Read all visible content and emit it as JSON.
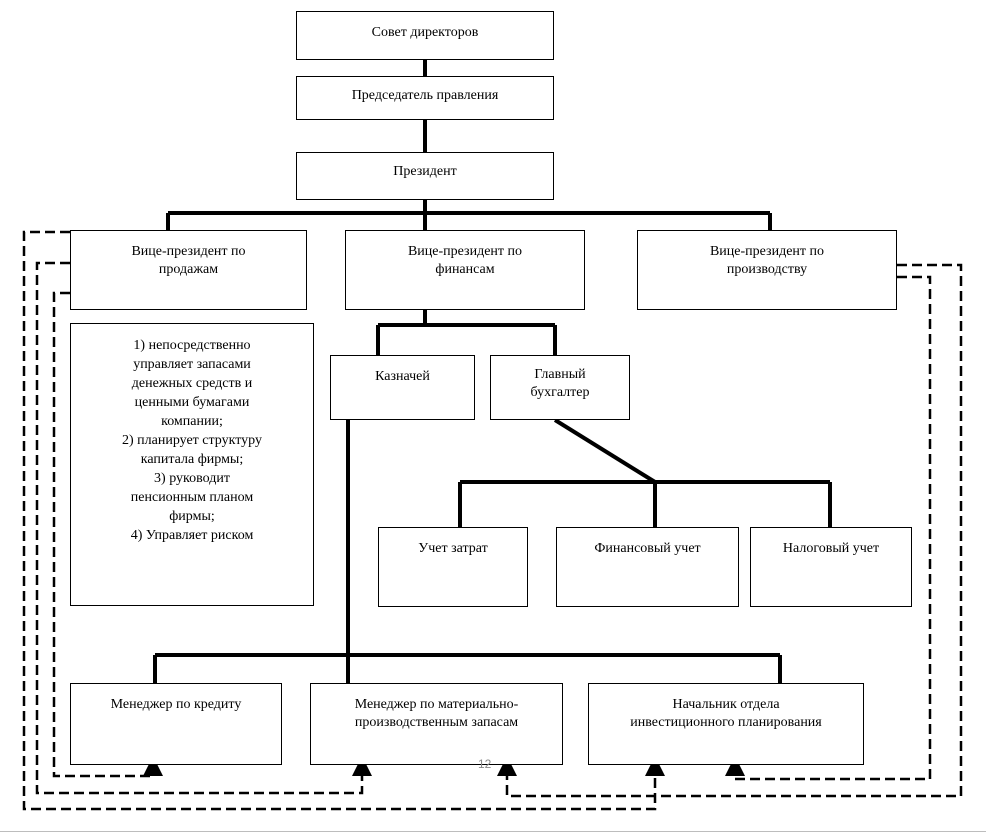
{
  "nodes": {
    "board": "Совет директоров",
    "chairman": "Председатель правления",
    "president": "Президент",
    "vp_sales": [
      "Вице-президент по",
      "продажам"
    ],
    "vp_finance": [
      "Вице-президент по",
      "финансам"
    ],
    "vp_production": [
      "Вице-президент по",
      "производству"
    ],
    "duties": [
      "1) непосредственно",
      "управляет запасами",
      "денежных средств и",
      "ценными бумагами",
      "компании;",
      "2) планирует структуру",
      "капитала фирмы;",
      "3) руководит",
      "пенсионным планом",
      "фирмы;",
      "4) Управляет риском"
    ],
    "treasurer": "Казначей",
    "chief_accountant": [
      "Главный",
      "бухгалтер"
    ],
    "cost_accounting": "Учет затрат",
    "financial_accounting": "Финансовый учет",
    "tax_accounting": "Налоговый учет",
    "credit_manager": "Менеджер по кредиту",
    "inventory_manager": [
      "Менеджер по материально-",
      "производственным запасам"
    ],
    "investment_head": [
      "Начальник отдела",
      "инвестиционного планирования"
    ]
  },
  "page_number": "12"
}
